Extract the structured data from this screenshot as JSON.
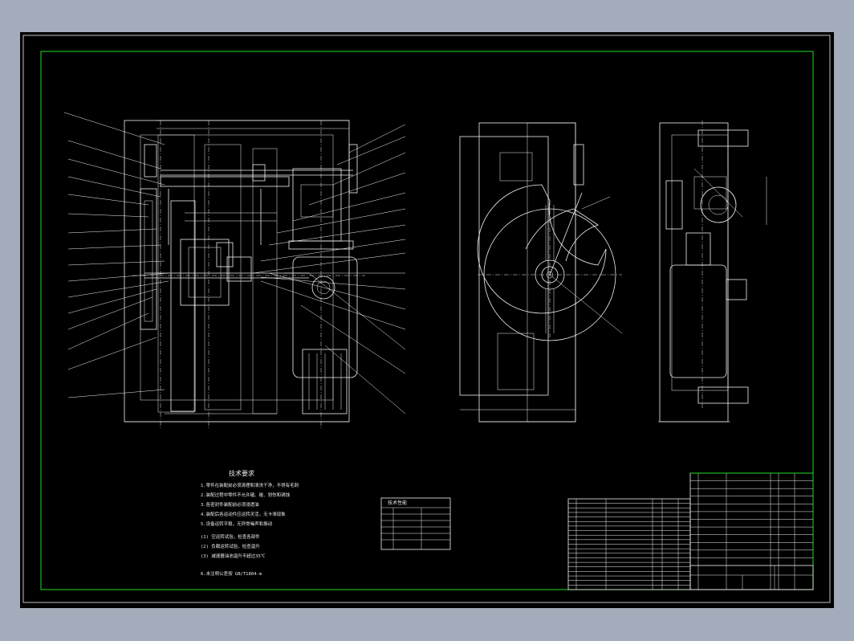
{
  "tech_requirements": {
    "title": "技术要求",
    "lines": [
      "1.零件在装配前必须清理和清洗干净，不得有毛刺",
      "2.装配过程中零件不允许磕、碰、划伤和锈蚀",
      "3.各密封件装配前必须浸透油",
      "4.装配后各运动件应运转灵活，无卡滞现象",
      "5.设备运转平稳，无异常噪声和振动",
      "  (1) 空运转试验，检查各部件",
      "  (2) 负载运转试验，检查温升",
      "  (3) 减速器油池温升不超过35℃",
      "6.未注明公差按 GB/T1804-m"
    ]
  },
  "tech_table": {
    "title": "技术性能",
    "rows": [
      [
        "",
        "",
        ""
      ],
      [
        "",
        "",
        ""
      ],
      [
        "",
        "",
        ""
      ],
      [
        "",
        "",
        ""
      ],
      [
        "",
        "",
        ""
      ],
      [
        "",
        "",
        ""
      ]
    ]
  },
  "parts_list_left": {
    "rows": 20
  },
  "parts_list_right": {
    "rows": 12
  },
  "title_block": {
    "text": ""
  },
  "colors": {
    "sheet": "#000000",
    "lines": "#f2f2f2",
    "frame": "#22dd22",
    "background": "#a3acba"
  }
}
